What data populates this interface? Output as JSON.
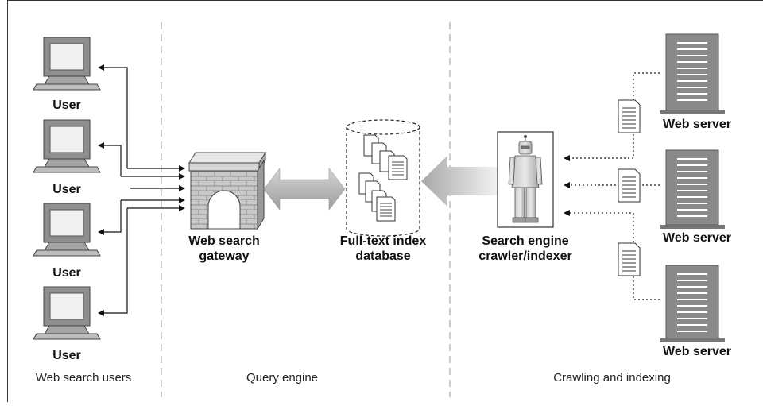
{
  "users": {
    "label": "User",
    "items": [
      "User",
      "User",
      "User",
      "User"
    ]
  },
  "gateway": {
    "line1": "Web search",
    "line2": "gateway"
  },
  "database": {
    "line1": "Full-text index",
    "line2": "database"
  },
  "crawler": {
    "line1": "Search engine",
    "line2": "crawler/indexer"
  },
  "servers": {
    "items": [
      "Web server",
      "Web server",
      "Web server"
    ]
  },
  "sections": [
    "Web search users",
    "Query engine",
    "Crawling and indexing"
  ]
}
